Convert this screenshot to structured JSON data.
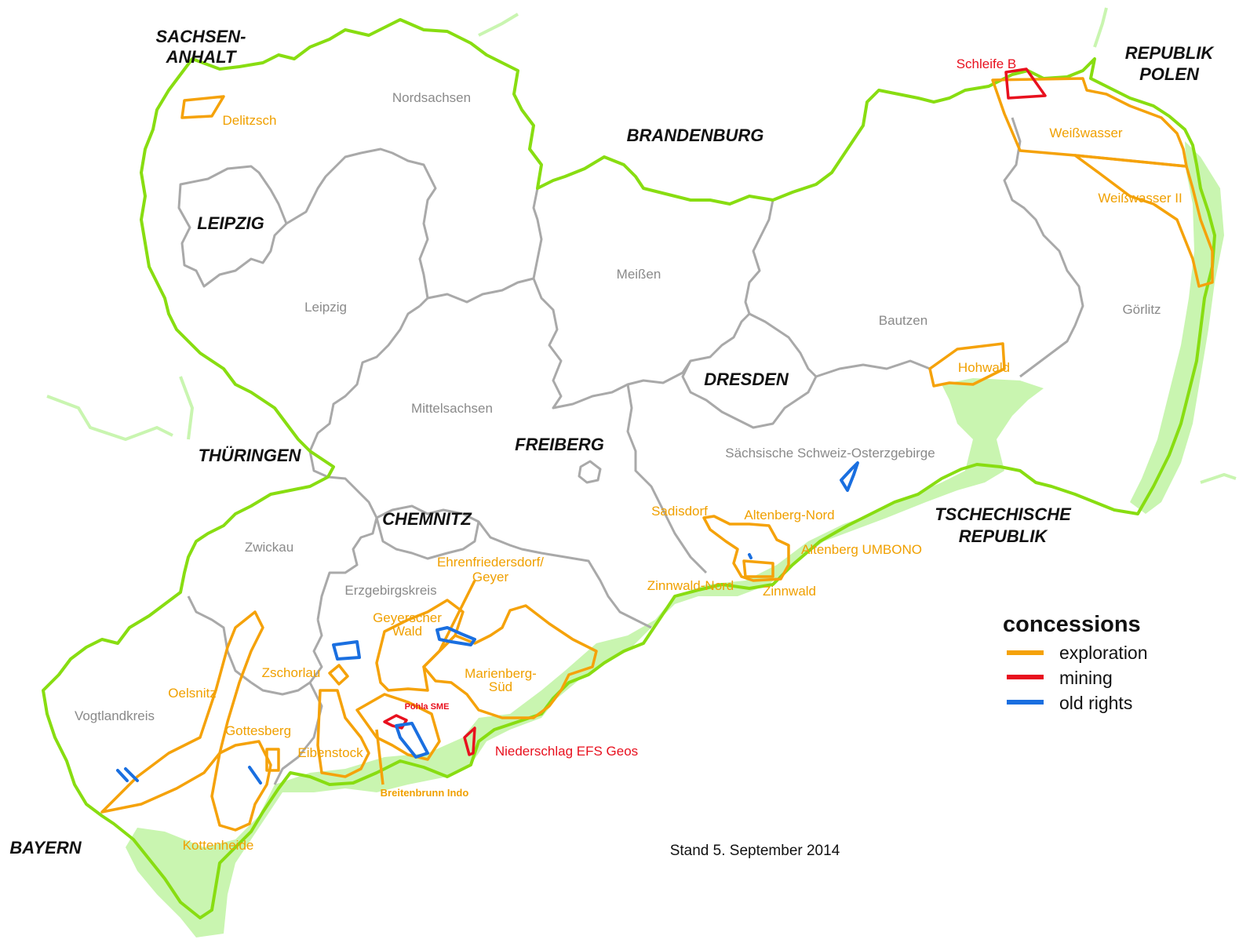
{
  "neighbors": {
    "sachsen_anhalt_1": "SACHSEN-",
    "sachsen_anhalt_2": "ANHALT",
    "brandenburg": "BRANDENBURG",
    "polen_1": "REPUBLIK",
    "polen_2": "POLEN",
    "thueringen": "THÜRINGEN",
    "bayern": "BAYERN",
    "tschechien_1": "TSCHECHISCHE",
    "tschechien_2": "REPUBLIK"
  },
  "cities": {
    "leipzig": "LEIPZIG",
    "dresden": "DRESDEN",
    "chemnitz": "CHEMNITZ",
    "freiberg": "FREIBERG"
  },
  "districts": {
    "nordsachsen": "Nordsachsen",
    "leipzig": "Leipzig",
    "meissen": "Meißen",
    "bautzen": "Bautzen",
    "goerlitz": "Görlitz",
    "mittelsachsen": "Mittelsachsen",
    "saechsische_schweiz": "Sächsische Schweiz-Osterzgebirge",
    "zwickau": "Zwickau",
    "erzgebirgskreis": "Erzgebirgskreis",
    "vogtlandkreis": "Vogtlandkreis"
  },
  "concessions": {
    "delitzsch": "Delitzsch",
    "schleife_b": "Schleife B",
    "weisswasser": "Weißwasser",
    "weisswasser_ii": "Weißwasser II",
    "hohwald": "Hohwald",
    "sadisdorf": "Sadisdorf",
    "altenberg_nord": "Altenberg-Nord",
    "altenberg_umbono": "Altenberg UMBONO",
    "zinnwald_nord": "Zinnwald-Nord",
    "zinnwald": "Zinnwald",
    "ehrenfriedersdorf_1": "Ehrenfriedersdorf/",
    "ehrenfriedersdorf_2": "Geyer",
    "geyerscher_1": "Geyerscher",
    "geyerscher_2": "Wald",
    "marienberg_1": "Marienberg-",
    "marienberg_2": "Süd",
    "zschorlau": "Zschorlau",
    "oelsnitz": "Oelsnitz",
    "gottesberg": "Gottesberg",
    "eibenstock": "Eibenstock",
    "poehla": "Pöhla SME",
    "niederschlag": "Niederschlag EFS Geos",
    "breitenbrunn": "Breitenbrunn Indo",
    "kottenheide": "Kottenheide"
  },
  "stand": "Stand 5. September 2014",
  "legend": {
    "title": "concessions",
    "items": [
      {
        "label": "exploration",
        "color": "#f5a20a"
      },
      {
        "label": "mining",
        "color": "#e8101e"
      },
      {
        "label": "old rights",
        "color": "#1a6fe0"
      }
    ]
  },
  "colors": {
    "state_border": "#88dd11",
    "district_border": "#a9a9a9",
    "ore_belt": "#c9f5b0"
  }
}
